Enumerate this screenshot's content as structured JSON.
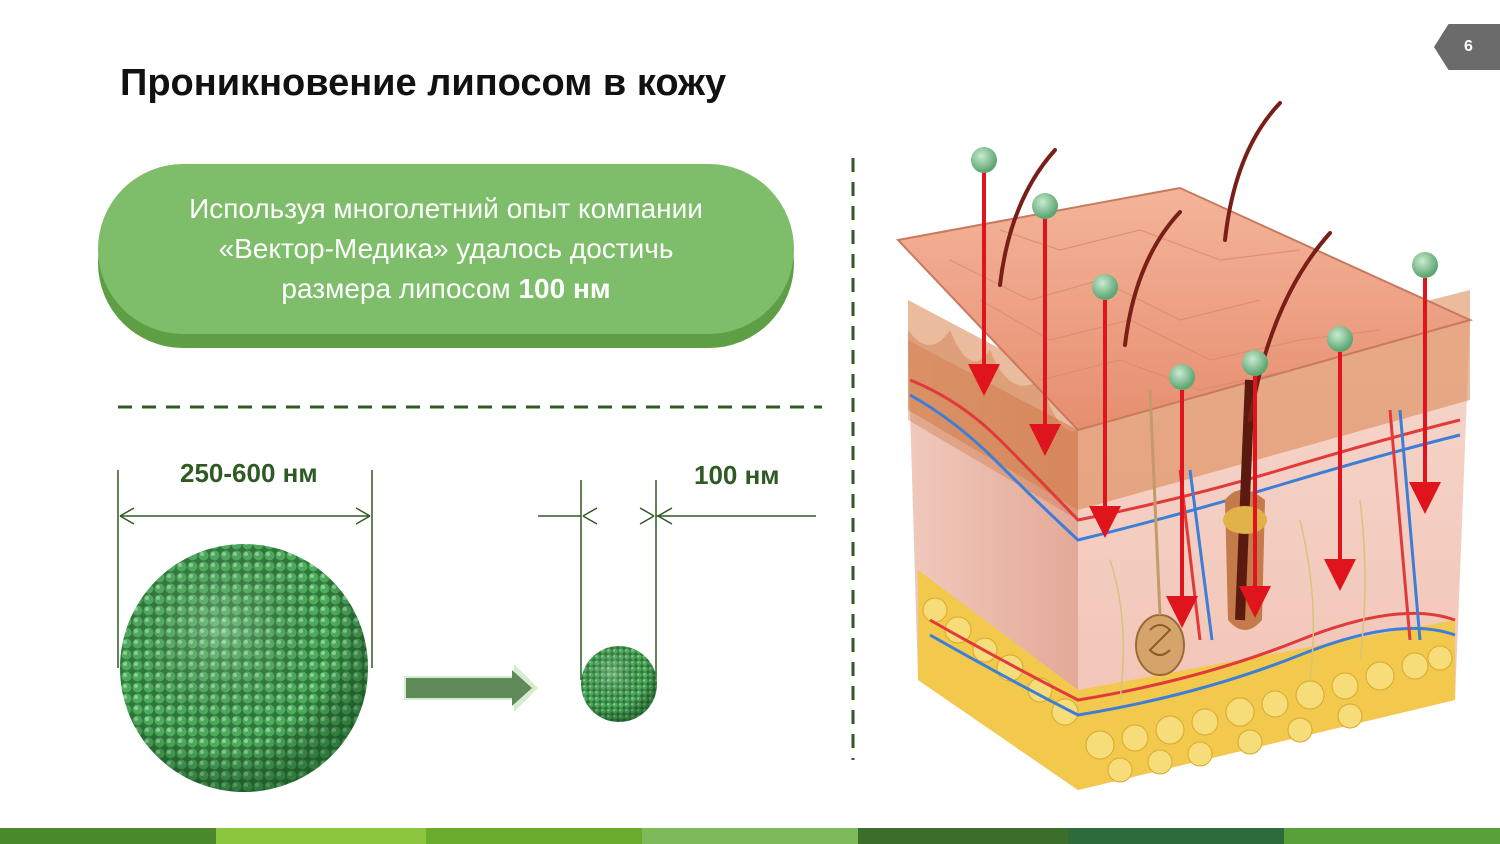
{
  "slide": {
    "page_number": "6",
    "title": "Проникновение липосом в кожу"
  },
  "callout": {
    "line1": "Используя многолетний опыт компании",
    "line2": "«Вектор-Медика» удалось достичь",
    "line3_prefix": "размера липосом ",
    "line3_bold": "100 нм"
  },
  "dimensions": {
    "large_liposome": "250-600 нм",
    "small_liposome": "100 нм"
  },
  "colors": {
    "green_light": "#7ebd6a",
    "green_dark": "#2f5a24",
    "liposome": "#3f9a4e",
    "arrow_red": "#e0141c",
    "stripe": [
      "#4a8a2c",
      "#8cc63f",
      "#6aab2e",
      "#7dba5c",
      "#3b6e2a",
      "#2e6b3c",
      "#5aa03a"
    ]
  }
}
